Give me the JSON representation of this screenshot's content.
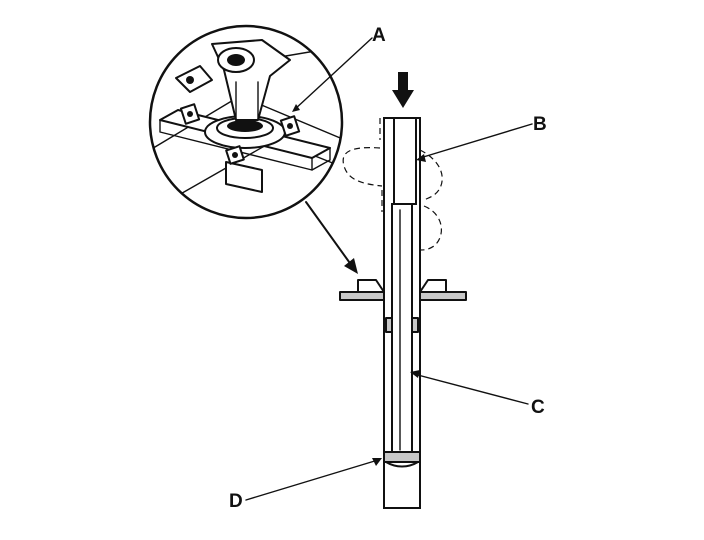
{
  "diagram": {
    "callouts": {
      "a": "A",
      "b": "B",
      "c": "C",
      "d": "D"
    },
    "colors": {
      "ink": "#111111",
      "background": "#ffffff",
      "shading": "#c8c8c8"
    }
  }
}
